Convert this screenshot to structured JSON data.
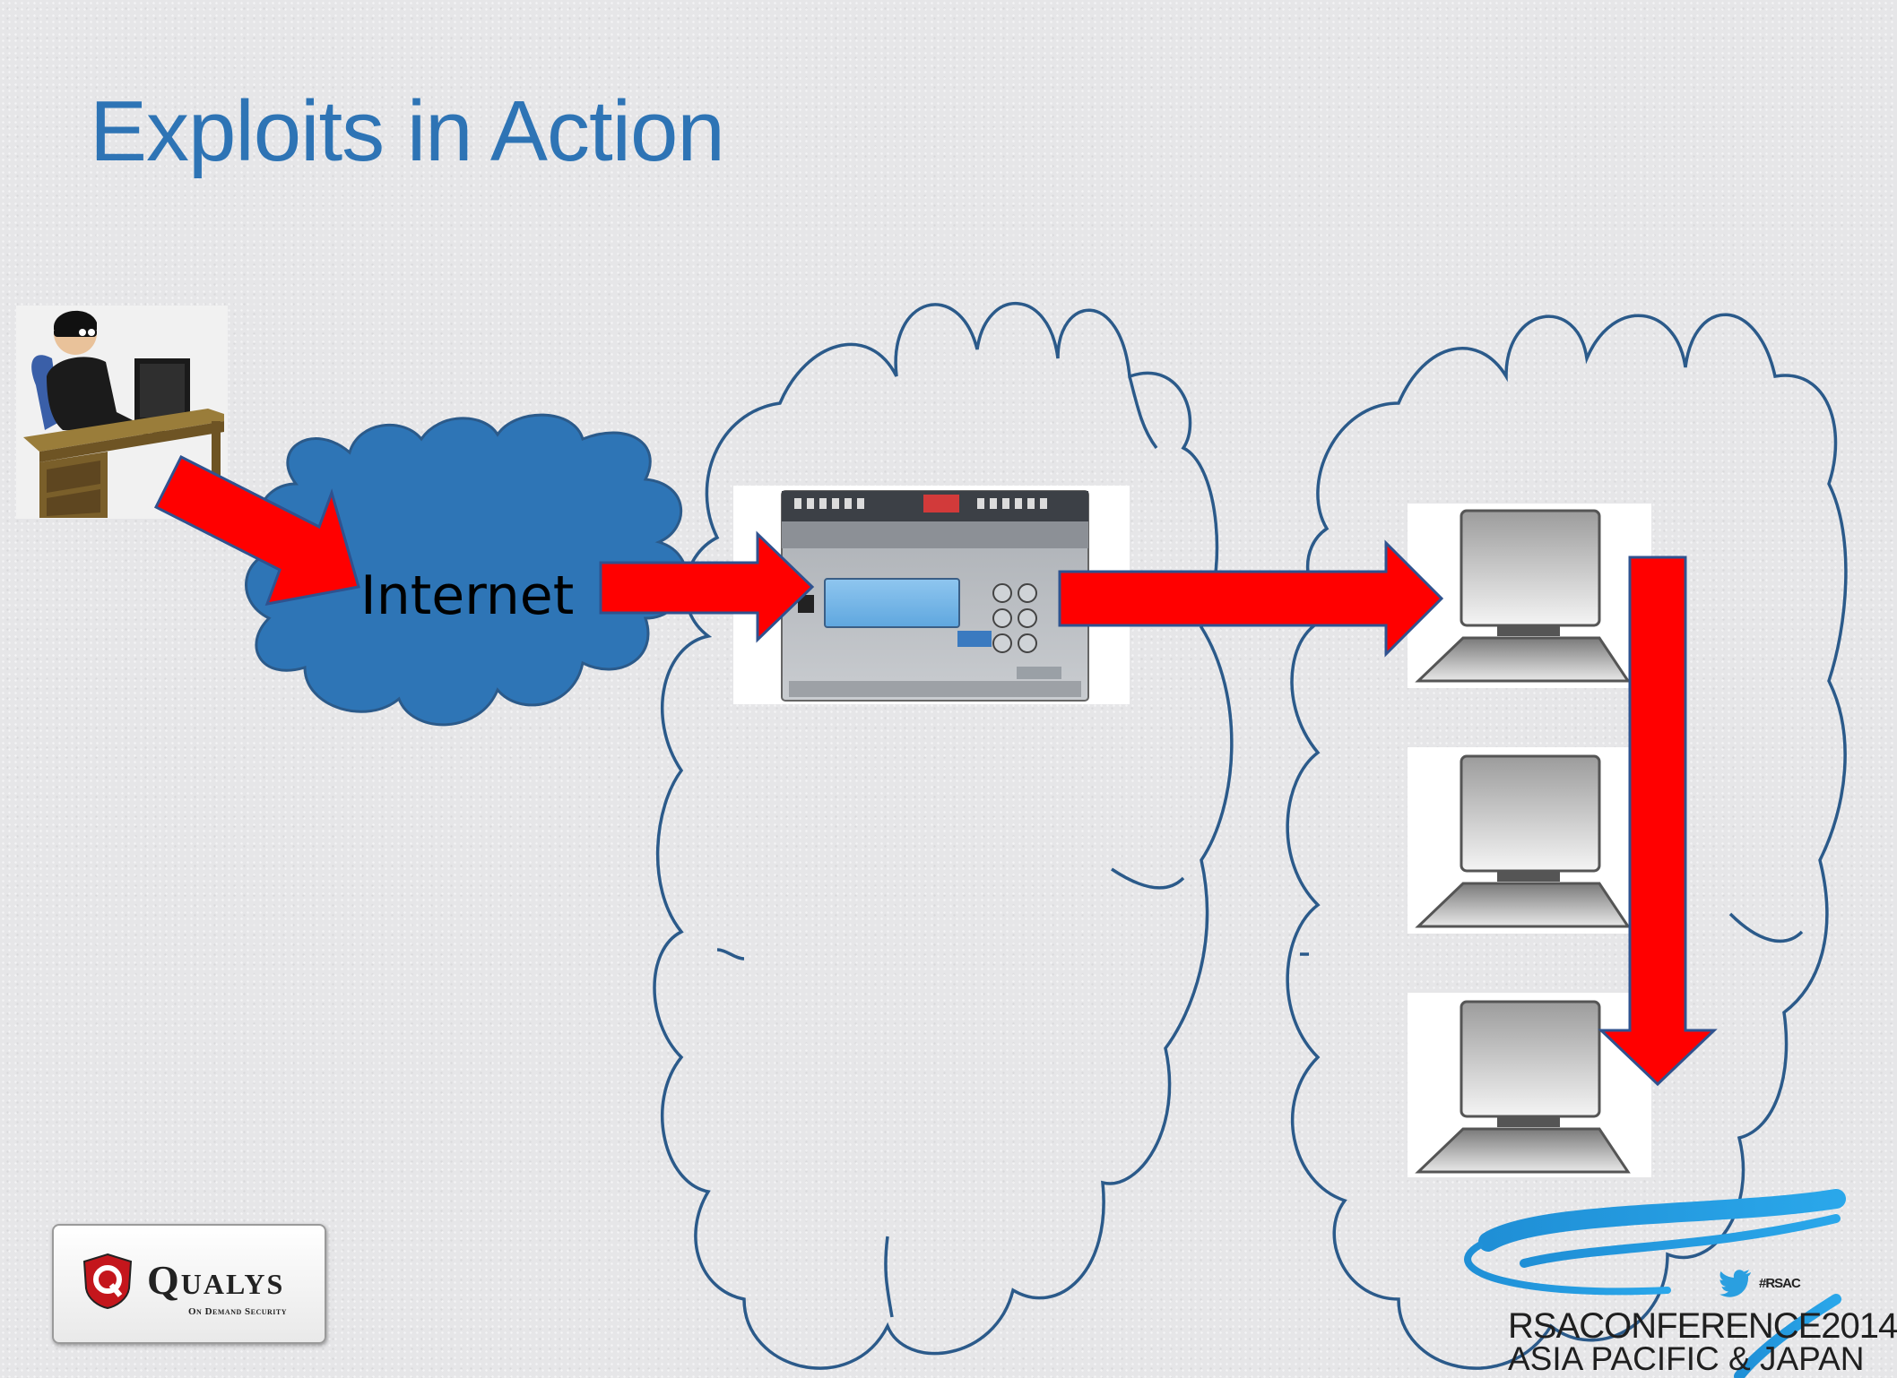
{
  "slide": {
    "title": "Exploits in Action"
  },
  "diagram": {
    "internet_label": "Internet",
    "nodes": [
      "attacker-icon",
      "internet-cloud",
      "building-controller-device",
      "computer-icon",
      "computer-icon",
      "computer-icon"
    ],
    "colors": {
      "title": "#2e74b5",
      "arrow_fill": "#ff0000",
      "arrow_stroke": "#2f528f",
      "cloud_fill": "#2e75b6",
      "cloud_outline": "#2b5a8a"
    }
  },
  "branding": {
    "qualys_name": "Qualys",
    "qualys_tagline": "On Demand Security",
    "qualys_icon": "q-shield-icon",
    "rsa_hashtag": "#RSAC",
    "rsa_line1": "RSACONFERENCE2014",
    "rsa_line2": "ASIA PACIFIC & JAPAN",
    "rsa_icon": "twitter-bird-icon"
  }
}
